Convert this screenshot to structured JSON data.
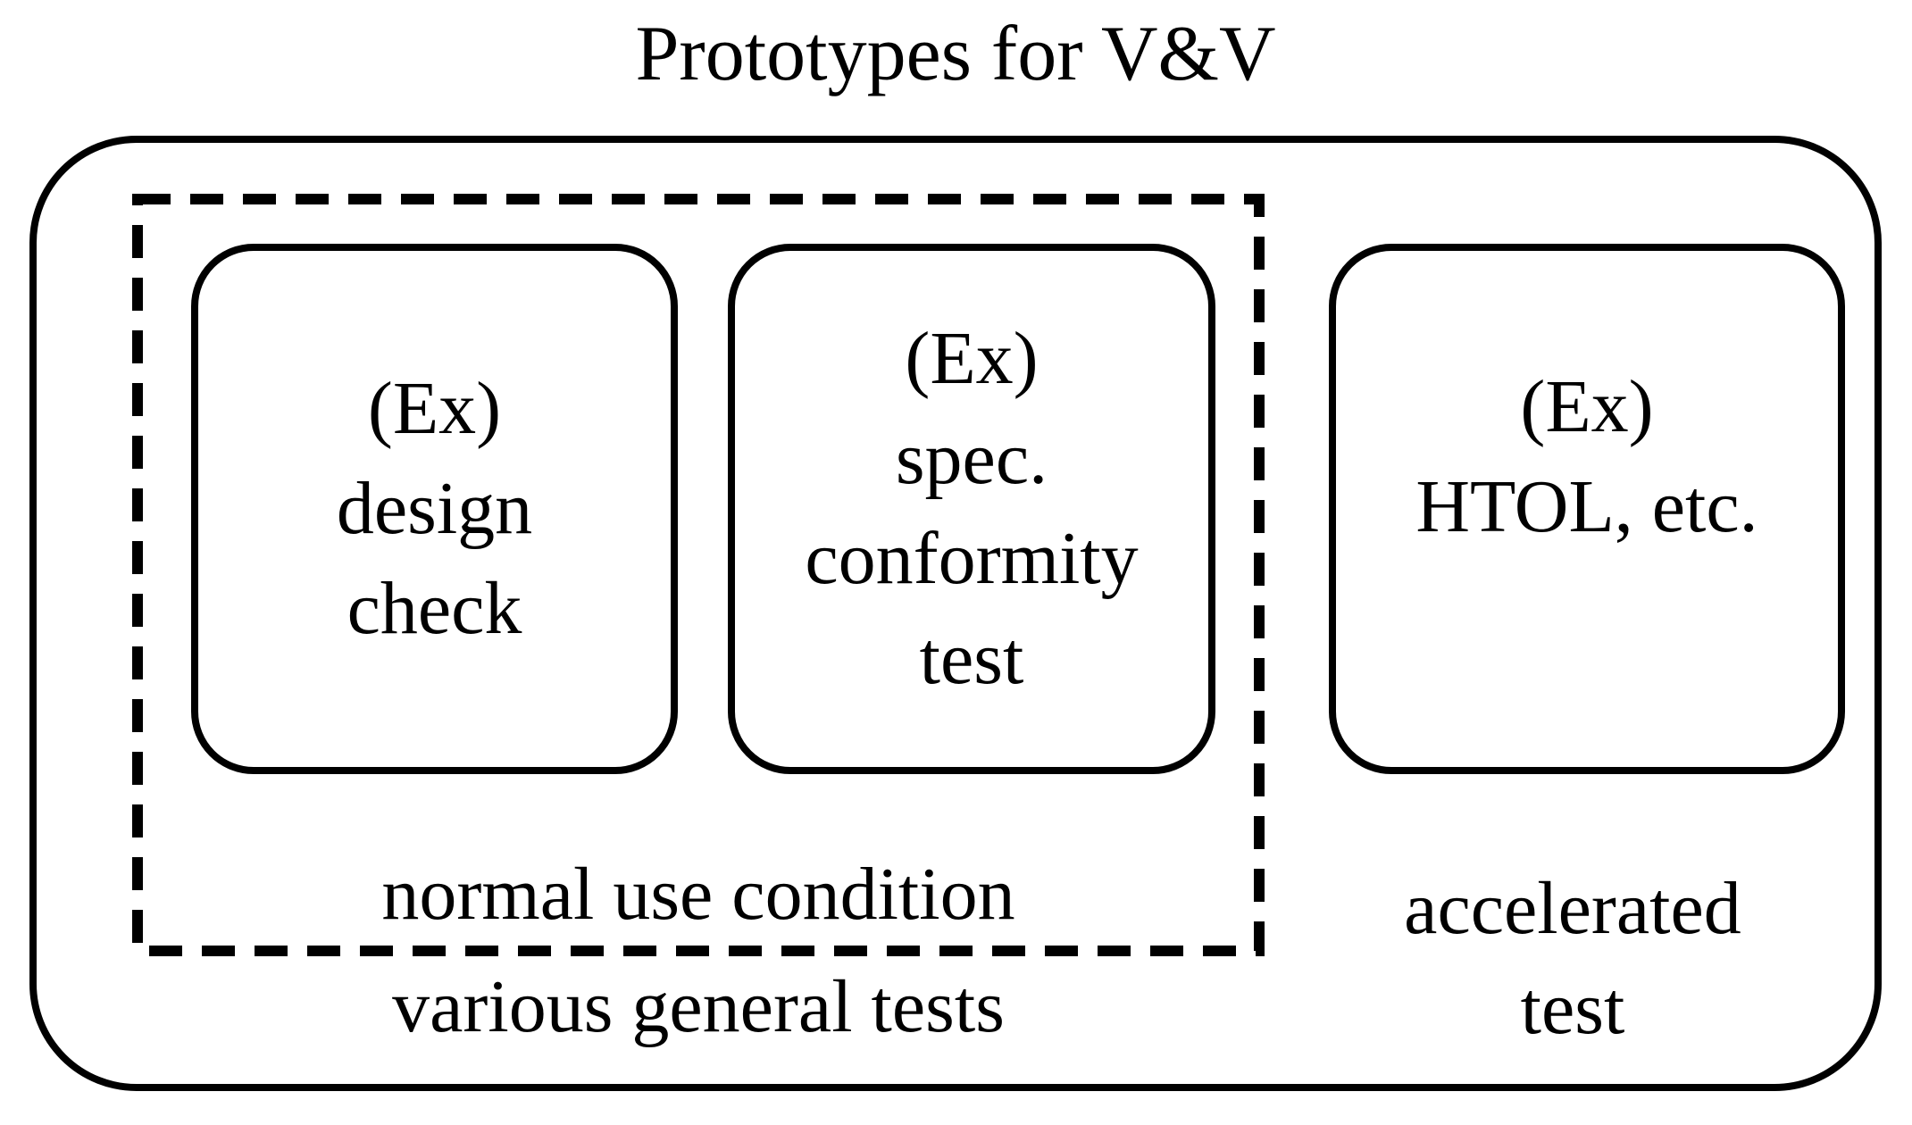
{
  "title": "Prototypes for V&V",
  "diagram": {
    "boxes": [
      {
        "id": "design-check",
        "lines": [
          "(Ex)",
          "design",
          "check"
        ]
      },
      {
        "id": "spec-conformity-test",
        "lines": [
          "(Ex)",
          "spec.",
          "conformity",
          "test"
        ]
      },
      {
        "id": "htol",
        "lines": [
          "(Ex)",
          "HTOL, etc."
        ]
      }
    ],
    "dashed_group_label": "normal use condition",
    "outer_group_label": "various general tests",
    "right_group_label_lines": [
      "accelerated",
      "test"
    ],
    "colors": {
      "line": "#000000",
      "background": "#ffffff",
      "text": "#000000"
    }
  }
}
